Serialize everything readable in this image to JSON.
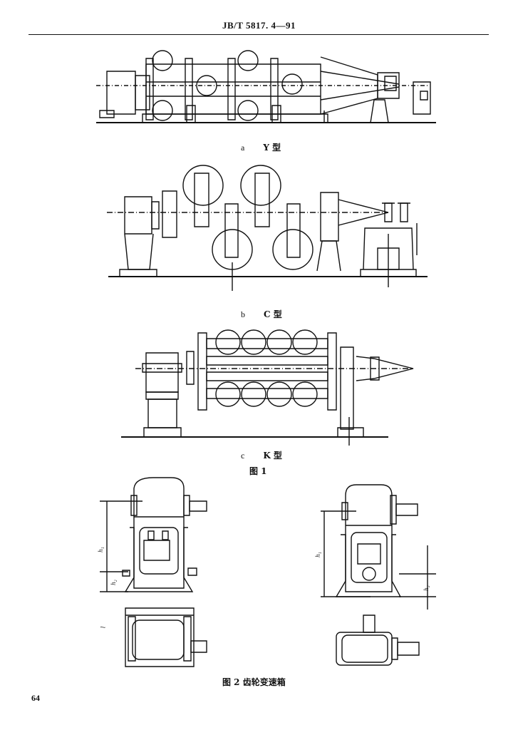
{
  "header": {
    "standard_number": "JB/T 5817. 4—91"
  },
  "figure1": {
    "captions": [
      {
        "letter": "a",
        "text": "Y 型"
      },
      {
        "letter": "b",
        "text": "C 型"
      },
      {
        "letter": "c",
        "text": "K 型"
      }
    ],
    "title": "图   1"
  },
  "figure2": {
    "title": "图   2   齿轮变速箱",
    "dimension_labels": {
      "h1": "h₁",
      "h2": "h₂",
      "l": "l"
    }
  },
  "page_number": "64"
}
